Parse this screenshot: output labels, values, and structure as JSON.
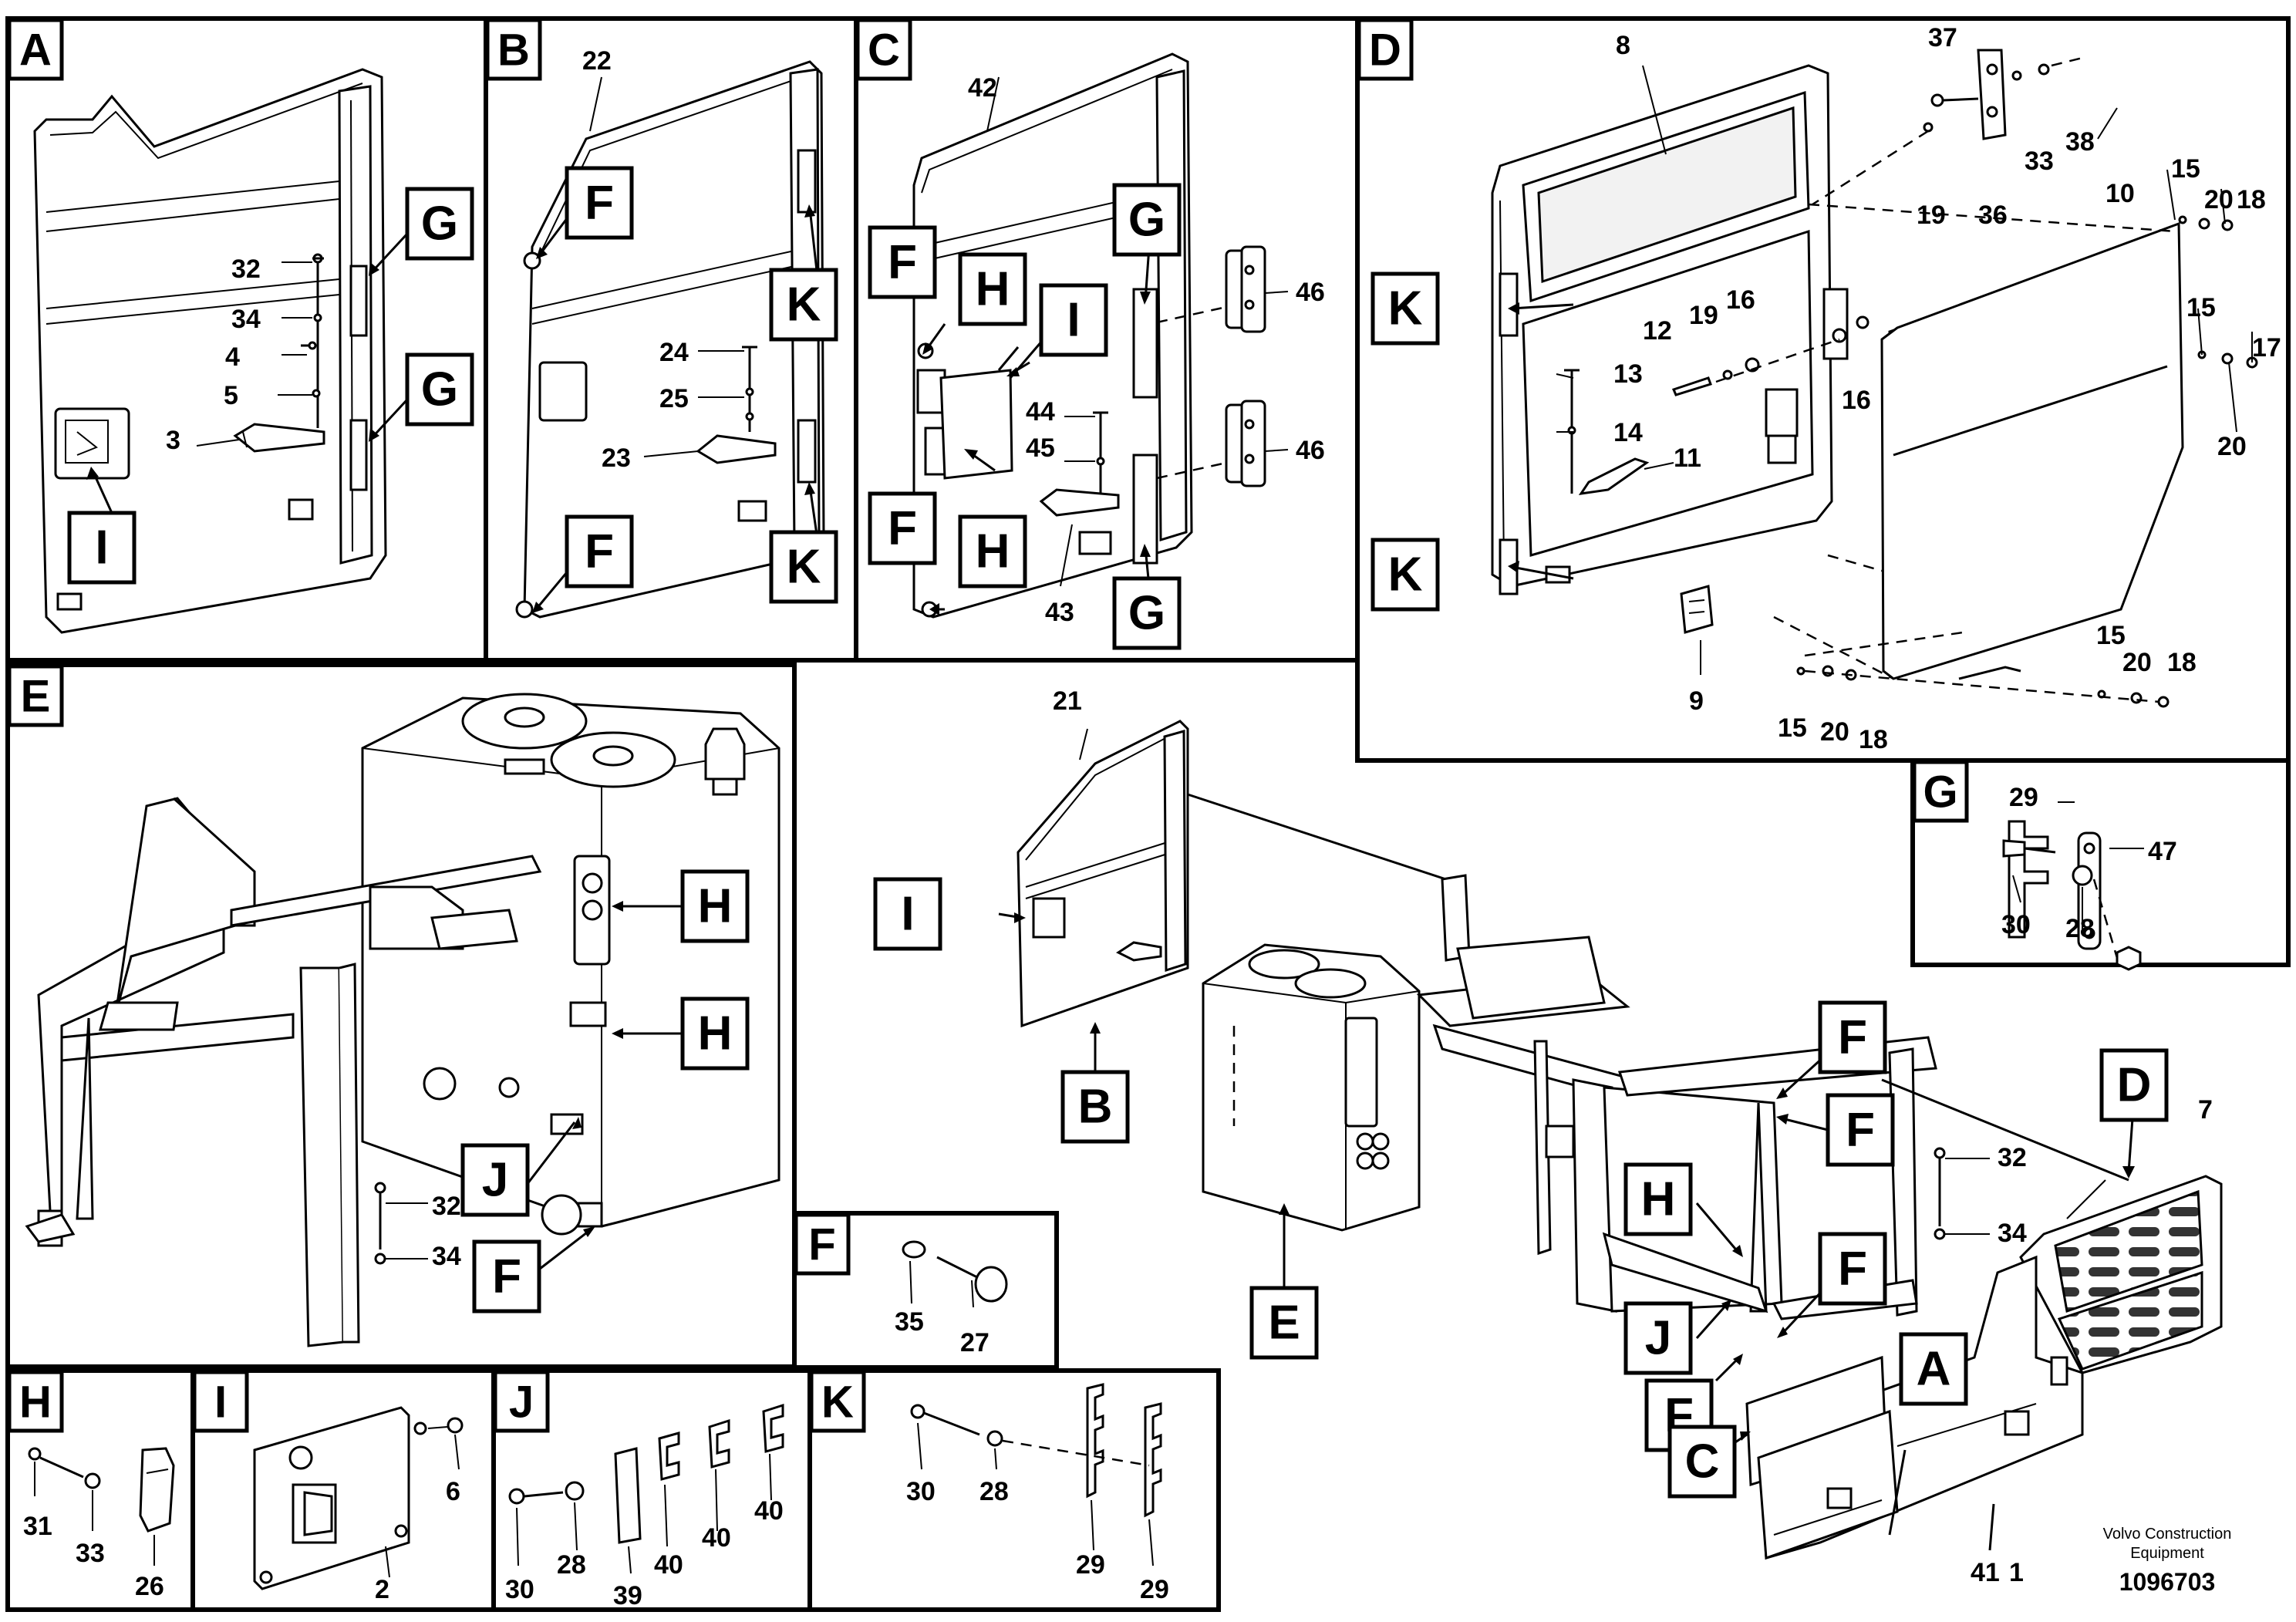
{
  "panels": {
    "A": "A",
    "B": "B",
    "C": "C",
    "D": "D",
    "E": "E",
    "F": "F",
    "G": "G",
    "H": "H",
    "I": "I",
    "J": "J",
    "K": "K"
  },
  "callouts": {
    "A_G1": "G",
    "A_G2": "G",
    "A_I": "I",
    "B_F1": "F",
    "B_F2": "F",
    "B_K1": "K",
    "B_K2": "K",
    "C_F1": "F",
    "C_F2": "F",
    "C_H1": "H",
    "C_H2": "H",
    "C_I": "I",
    "C_G1": "G",
    "C_G2": "G",
    "D_K1": "K",
    "D_K2": "K",
    "E_H1": "H",
    "E_H2": "H",
    "E_J": "J",
    "E_F": "F",
    "M_I": "I",
    "M_B": "B",
    "M_E": "E",
    "M_F1": "F",
    "M_F2": "F",
    "M_F3": "F",
    "M_F4": "F",
    "M_H": "H",
    "M_J": "J",
    "M_D": "D",
    "M_A": "A",
    "M_C": "C"
  },
  "labels": {
    "A_32": "32",
    "A_34": "34",
    "A_4": "4",
    "A_5": "5",
    "A_3": "3",
    "B_22": "22",
    "B_24": "24",
    "B_25": "25",
    "B_23": "23",
    "C_42": "42",
    "C_46a": "46",
    "C_46b": "46",
    "C_44": "44",
    "C_45": "45",
    "C_43": "43",
    "D_8": "8",
    "D_37": "37",
    "D_38": "38",
    "D_33": "33",
    "D_19a": "19",
    "D_36": "36",
    "D_10": "10",
    "D_15a": "15",
    "D_20a": "20",
    "D_18a": "18",
    "D_15b": "15",
    "D_17": "17",
    "D_20b": "20",
    "D_12": "12",
    "D_19b": "19",
    "D_16a": "16",
    "D_16b": "16",
    "D_13": "13",
    "D_14": "14",
    "D_11": "11",
    "D_9": "9",
    "D_15c": "15",
    "D_20c": "20",
    "D_18b": "18",
    "D_15d": "15",
    "D_20d": "20",
    "D_18c": "18",
    "E_32": "32",
    "E_34": "34",
    "M_21": "21",
    "M_7": "7",
    "M_32": "32",
    "M_34": "34",
    "M_41": "41",
    "M_1": "1",
    "F_35": "35",
    "F_27": "27",
    "G_29": "29",
    "G_47": "47",
    "G_30": "30",
    "G_28": "28",
    "H_31": "31",
    "H_33": "33",
    "H_26": "26",
    "I_6": "6",
    "I_2": "2",
    "J_30": "30",
    "J_28": "28",
    "J_39": "39",
    "J_40a": "40",
    "J_40b": "40",
    "J_40c": "40",
    "K_30": "30",
    "K_28": "28",
    "K_29a": "29",
    "K_29b": "29"
  },
  "footer": {
    "brand_line1": "Volvo Construction",
    "brand_line2": "Equipment",
    "drawing_number": "1096703"
  }
}
